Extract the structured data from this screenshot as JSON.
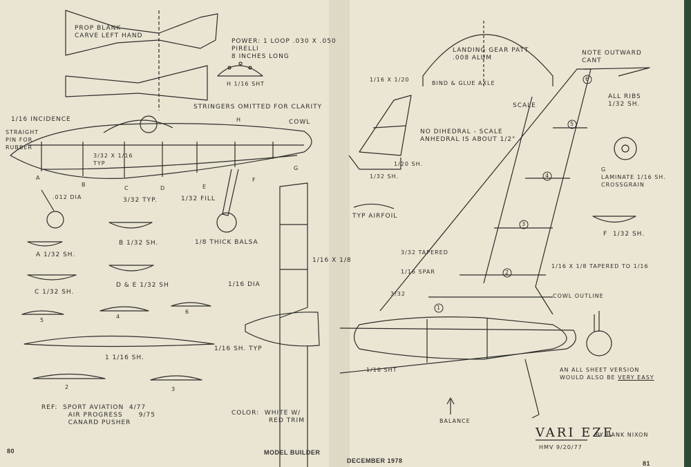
{
  "folio": {
    "left_page_number": "80",
    "left_magazine": "MODEL BUILDER",
    "right_issue": "DECEMBER 1978",
    "right_page_number": "81"
  },
  "left_page": {
    "prop_blank": "PROP BLANK\nCARVE LEFT HAND",
    "power": "POWER: 1 LOOP .030 X .050\nPIRELLI\n8 INCHES LONG",
    "h_former": "H 1/16 SHT",
    "stringers_note": "STRINGERS OMITTED FOR CLARITY",
    "incidence": "1/16 INCIDENCE",
    "straight_pin": "STRAIGHT\nPIN FOR\nRUBBER",
    "cowl": "COWL",
    "former_h": "H",
    "former_g": "G",
    "former_a": "A",
    "former_b": "B",
    "former_c": "C",
    "former_d": "D",
    "former_e": "E",
    "former_f": "F",
    "typ_stick": "3/32 X 1/16\nTYP",
    "dia_012": ".012 DIA",
    "typ_3_32": "3/32 TYP.",
    "fill_1_32": "1/32 FILL",
    "balsa_1_8": "1/8 THICK BALSA",
    "former_a_sh": "A 1/32 SH.",
    "former_b_sh": "B 1/32 SH.",
    "former_c_sh": "C 1/32 SH.",
    "former_de_sh": "D & E 1/32 SH",
    "rib_5": "5",
    "rib_4": "4",
    "rib_6": "6",
    "rib_1_sh": "1 1/16 SH.",
    "rib_2": "2",
    "rib_3": "3",
    "dia_1_16": "1/16 DIA",
    "sh_typ": "1/16 SH. TYP",
    "spar_1_16x1_8": "1/16 X 1/8",
    "ref": "REF:  SPORT AVIATION  4/77\n          AIR PROGRESS      9/75\n          CANARD PUSHER",
    "color": "COLOR:  WHITE W/\n              RED TRIM"
  },
  "right_page": {
    "gear_pattern": "LANDING GEAR PATT\n.008 ALUM",
    "bind_glue": "BIND & GLUE AXLE",
    "note_outward": "NOTE OUTWARD\nCANT",
    "all_ribs": "ALL RIBS\n1/32 SH.",
    "fin_1_16x1_20": "1/16 X 1/20",
    "scale": "SCALE",
    "no_dihedral": "NO DIHEDRAL - SCALE\nANHEDRAL IS ABOUT 1/2\"",
    "fin_1_20_sh": "1/20 SH.",
    "fin_1_32_sh": "1/32 SH.",
    "wheel_g": "G\nLAMINATE 1/16 SH.\nCROSSGRAIN",
    "typ_airfoil": "TYP AIRFOIL",
    "former_f": "F  1/32 SH.",
    "tapered_3_32": "3/32 TAPERED",
    "spar_1_16": "1/16 SPAR",
    "taper_1_16x1_8": "1/16 X 1/8 TAPERED TO 1/16",
    "stick_3_32": "3/32",
    "cowl_outline": "COWL OUTLINE",
    "sht_1_16": "1/16 SHT",
    "sheet_version": "AN ALL SHEET VERSION\nWOULD ALSO BE ",
    "very_easy": "VERY EASY",
    "balance": "BALANCE",
    "title": "VARI EZE",
    "byline": "BY HANK NIXON",
    "signature": "HMV 9/20/77",
    "rib_numbers": [
      "6",
      "5",
      "4",
      "3",
      "2",
      "1"
    ]
  },
  "colors": {
    "paper": "#ece7d3",
    "ink": "#2b2b2b",
    "binding": "#2e4a35"
  }
}
